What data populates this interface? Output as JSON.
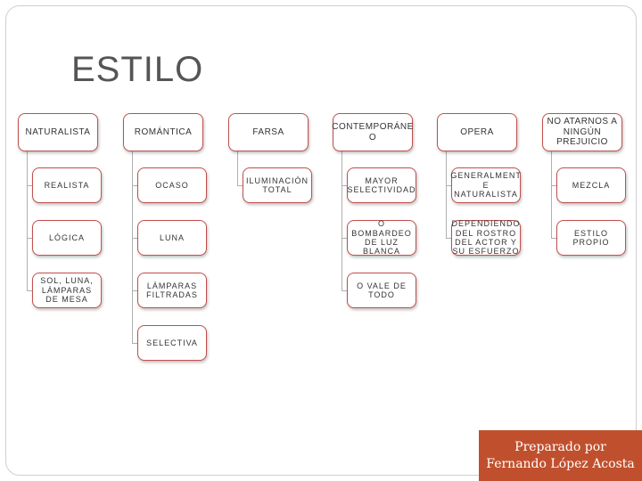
{
  "title": "ESTILO",
  "columns": [
    {
      "header": "NATURALISTA",
      "items": [
        "REALISTA",
        "LÓGICA",
        "SOL, LUNA, LÁMPARAS DE MESA"
      ]
    },
    {
      "header": "ROMÁNTICA",
      "items": [
        "OCASO",
        "LUNA",
        "LÁMPARAS FILTRADAS",
        "SELECTIVA"
      ]
    },
    {
      "header": "FARSA",
      "items": [
        "ILUMINACIÓN TOTAL"
      ]
    },
    {
      "header": "CONTEMPORÁNE O",
      "items": [
        "MAYOR SELECTIVIDAD",
        "O BOMBARDEO DE LUZ BLANCA",
        "O VALE DE TODO"
      ]
    },
    {
      "header": "OPERA",
      "items": [
        "GENERALMENT E NATURALISTA",
        "DEPENDIENDO DEL ROSTRO DEL ACTOR Y SU ESFUERZO"
      ]
    },
    {
      "header": "NO ATARNOS A NINGÚN PREJUICIO",
      "items": [
        "MEZCLA",
        "ESTILO PROPIO"
      ]
    }
  ],
  "credit": {
    "line1": "Preparado por",
    "line2": "Fernando López Acosta"
  },
  "colors": {
    "box_border": "#c0504d",
    "credit_background": "#c0502d",
    "title": "#555555"
  }
}
